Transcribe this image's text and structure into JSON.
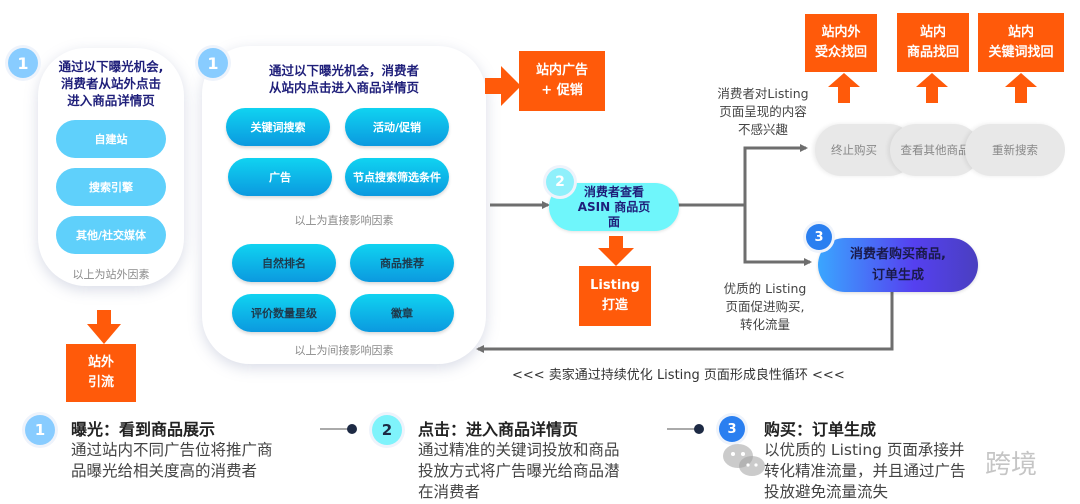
{
  "offsite_card": {
    "badge": "1",
    "title_lines": [
      "通过以下曝光机会,",
      "消费者从站外点击",
      "进入商品详情页"
    ],
    "pills": [
      "自建站",
      "搜索引擎",
      "其他/社交媒体"
    ],
    "caption": "以上为站外因素"
  },
  "onsite_card": {
    "badge": "1",
    "title_lines": [
      "通过以下曝光机会，消费者",
      "从站内点击进入商品详情页"
    ],
    "direct_pills": [
      "关键词搜索",
      "活动/促销",
      "广告",
      "节点搜索筛选条件"
    ],
    "direct_caption": "以上为直接影响因素",
    "indirect_pills": [
      "自然排名",
      "商品推荐",
      "评价数量星级",
      "徽章"
    ],
    "indirect_caption": "以上为间接影响因素"
  },
  "orange_boxes": {
    "offsite_traffic": [
      "站外",
      "引流"
    ],
    "onsite_ads": [
      "站内广告",
      "+ 促销"
    ],
    "listing_build": [
      "Listing",
      "打造"
    ],
    "retarget_audience": [
      "站内外",
      "受众找回"
    ],
    "retarget_product": [
      "站内",
      "商品找回"
    ],
    "retarget_keyword": [
      "站内",
      "关键词找回"
    ]
  },
  "step2_node": {
    "badge": "2",
    "lines": [
      "消费者查看",
      "ASIN 商品页",
      "面"
    ]
  },
  "step3_node": {
    "badge": "3",
    "lines": [
      "消费者购买商品,",
      "订单生成"
    ]
  },
  "not_interested_note": [
    "消费者对Listing",
    "页面呈现的内容",
    "不感兴趣"
  ],
  "exit_options": [
    "终止购买",
    "查看其他商品",
    "重新搜索"
  ],
  "quality_note": [
    "优质的 Listing",
    "页面促进购买,",
    "转化流量"
  ],
  "loop_caption": "<<< 卖家通过持续优化 Listing 页面形成良性循环 <<<",
  "bottom_steps": [
    {
      "badge": "1",
      "title": "曝光：看到商品展示",
      "desc": [
        "通过站内不同广告位将推广商",
        "品曝光给相关度高的消费者"
      ]
    },
    {
      "badge": "2",
      "title": "点击：进入商品详情页",
      "desc": [
        "通过精准的关键词投放和商品",
        "投放方式将广告曝光给商品潜",
        "在消费者"
      ]
    },
    {
      "badge": "3",
      "title": "购买：订单生成",
      "desc": [
        "以优质的 Listing 页面承接并",
        "转化精准流量，并且通过广告",
        "投放避免流量流失"
      ]
    }
  ],
  "watermark": "跨境",
  "colors": {
    "orange": "#ff5a0a",
    "title_navy": "#1f1f7a",
    "light_pill": "#5fd0fb",
    "step2_fill": "#6ff6fb",
    "step3_gradient_start": "#3aa6ff",
    "step3_gradient_end": "#4a3fd8",
    "arrow_grey": "#6e6e6e"
  }
}
